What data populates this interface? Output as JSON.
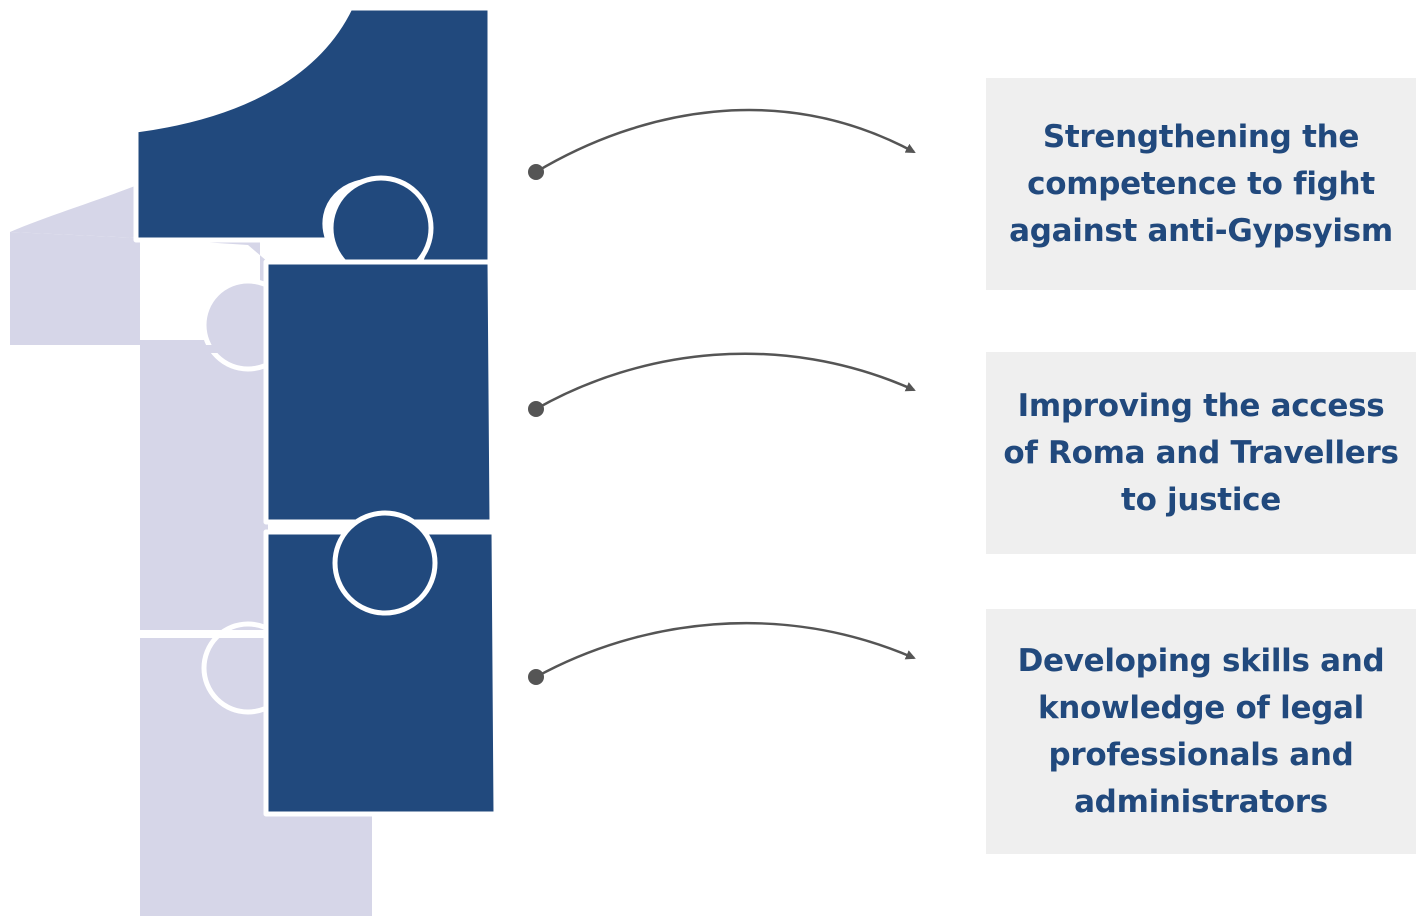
{
  "colors": {
    "primary_piece": "#21497d",
    "shadow_piece": "#d6d6e8",
    "piece_outline": "#ffffff",
    "connector": "#555555",
    "box_background": "#efefef",
    "text": "#21497d"
  },
  "icons": [
    "numeral-one-puzzle-icon",
    "connector-arrow-icon"
  ],
  "goals": [
    {
      "text": "Strengthening the competence to fight against anti-Gypsyism"
    },
    {
      "text": "Improving the access of Roma and Travellers to justice"
    },
    {
      "text": "Developing skills and knowledge of legal professionals and administrators"
    }
  ]
}
